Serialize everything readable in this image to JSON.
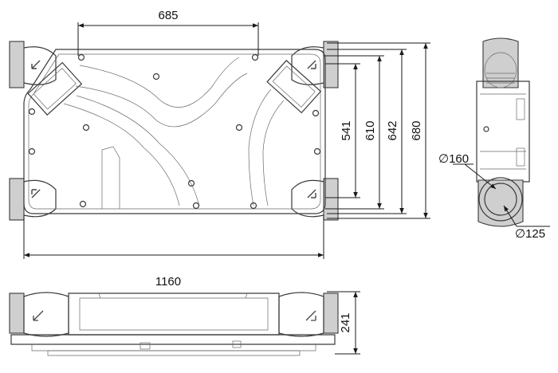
{
  "dimensions": {
    "width_top": "685",
    "height_1": "541",
    "height_2": "610",
    "height_3": "642",
    "height_4": "680",
    "length_total": "1160",
    "height_side": "241",
    "diameter_outer": "∅160",
    "diameter_inner": "∅125"
  },
  "colors": {
    "line": "#3a3a3a",
    "fill": "#d6d6d6",
    "background": "#ffffff"
  },
  "icons": [
    "arrow-icon",
    "duct-connector-icon",
    "mounting-hole-icon"
  ]
}
